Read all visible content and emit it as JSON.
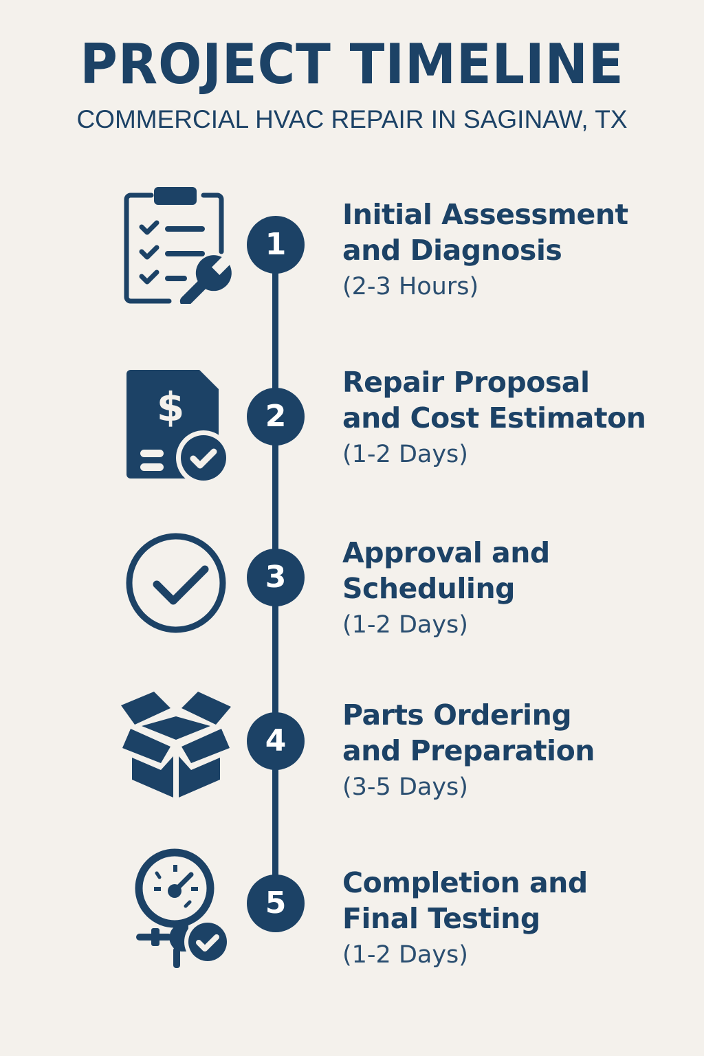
{
  "header": {
    "title": "PROJECT TIMELINE",
    "subtitle": "COMMERCIAL HVAC REPAIR IN SAGINAW, TX"
  },
  "colors": {
    "background": "#f4f1ec",
    "primary": "#1c4266",
    "badge_text": "#ffffff"
  },
  "steps": [
    {
      "number": "1",
      "title": "Initial Assessment\nand Diagnosis",
      "duration": "(2-3 Hours)",
      "icon": "clipboard-checklist-wrench-icon"
    },
    {
      "number": "2",
      "title": "Repair Proposal\nand Cost Estimaton",
      "duration": "(1-2 Days)",
      "icon": "invoice-dollar-check-icon"
    },
    {
      "number": "3",
      "title": "Approval and\nScheduling",
      "duration": "(1-2 Days)",
      "icon": "circle-check-icon"
    },
    {
      "number": "4",
      "title": "Parts Ordering\nand Preparation",
      "duration": "(3-5 Days)",
      "icon": "open-box-icon"
    },
    {
      "number": "5",
      "title": "Completion and\nFinal Testing",
      "duration": "(1-2 Days)",
      "icon": "pressure-gauge-check-icon"
    }
  ]
}
